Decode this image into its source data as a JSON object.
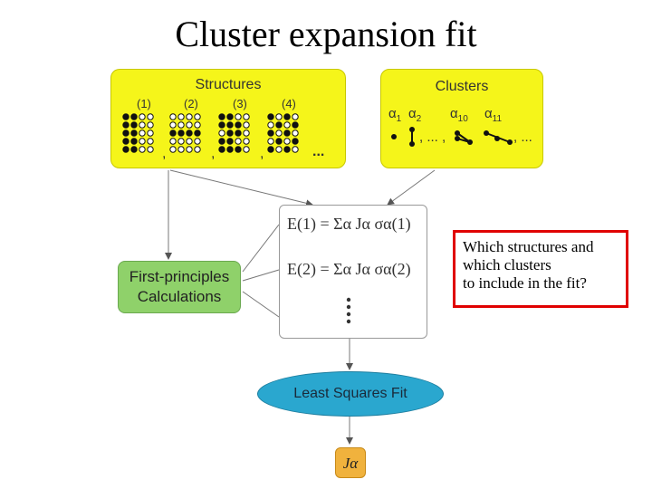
{
  "title": "Cluster expansion fit",
  "structures": {
    "heading": "Structures",
    "labels": [
      "(1)",
      "(2)",
      "(3)",
      "(4)"
    ],
    "separator": ",",
    "ellipsis": "..."
  },
  "clusters": {
    "heading": "Clusters",
    "alpha1": "α",
    "sub1": "1",
    "alpha2": "α",
    "sub2": "2",
    "alpha10": "α",
    "sub10": "10",
    "alpha11": "α",
    "sub11": "11",
    "sep": ", ... ,",
    "sep_end": ", ..."
  },
  "first_principles": {
    "line1": "First-principles",
    "line2": "Calculations"
  },
  "equations": {
    "eq1": "E(1) = Σα Jα σα(1)",
    "eq2": "E(2) = Σα Jα σα(2)"
  },
  "least_squares": "Least Squares Fit",
  "result": "Jα",
  "callout": {
    "line1": "Which structures and",
    "line2": "which clusters",
    "line3": "to include in the fit?"
  },
  "colors": {
    "yellow": "#f5f51a",
    "green": "#8fd16a",
    "blue": "#2aa7cf",
    "orange": "#f0b23d",
    "red": "#e00000"
  }
}
